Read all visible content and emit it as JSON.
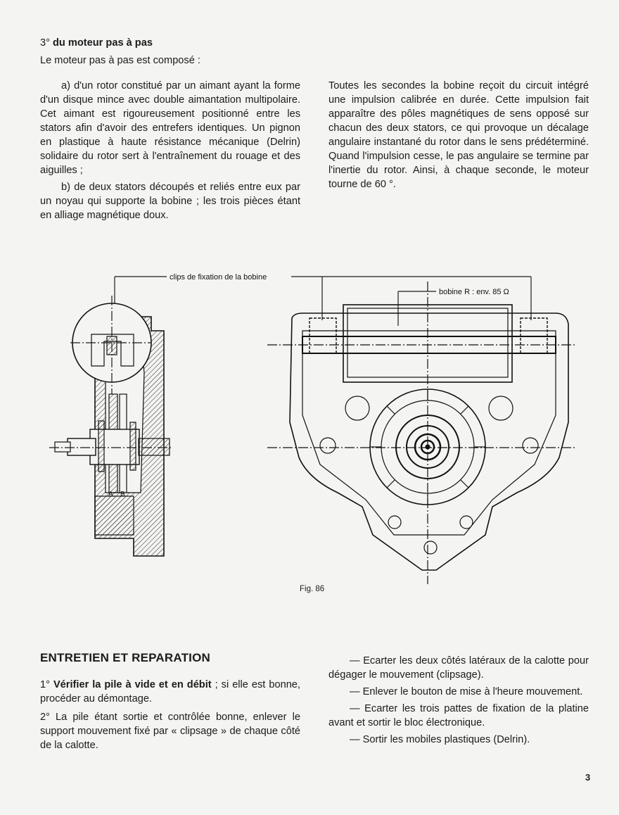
{
  "section": {
    "number": "3°",
    "title": "du moteur pas à pas",
    "lead": "Le moteur pas à pas est composé :",
    "para_a": "a) d'un rotor constitué par un aimant ayant la forme d'un disque mince avec double aimantation multipolaire. Cet aimant est rigoureusement positionné entre les stators afin d'avoir des entrefers identiques. Un pignon en plastique à haute résistance mécanique (Delrin) solidaire du rotor sert à l'entraînement du rouage et des aiguilles ;",
    "para_b": "b) de deux stators découpés et reliés entre eux par un noyau qui supporte la bobine ; les trois pièces étant en alliage magnétique doux.",
    "para_right": "Toutes les secondes la bobine reçoit du circuit intégré une impulsion calibrée en durée. Cette impulsion fait apparaître des pôles magnétiques de sens opposé sur chacun des deux stators, ce qui provoque un décalage angulaire instantané du rotor dans le sens prédéterminé. Quand l'impulsion cesse, le pas angulaire se termine par l'inertie du rotor. Ainsi, à chaque seconde, le moteur tourne de 60 °."
  },
  "figure": {
    "label_clips": "clips de fixation de la bobine",
    "label_bobine": "bobine R : env. 85 Ω",
    "label_a": "A",
    "label_b": "B",
    "caption": "Fig. 86"
  },
  "maintenance": {
    "heading": "ENTRETIEN ET REPARATION",
    "step1_num": "1°",
    "step1_bold": "Vérifier la pile à vide et en débit",
    "step1_rest": " ; si elle est bonne, procéder au démontage.",
    "step2": "2° La pile étant sortie et contrôlée bonne, enlever le support mouvement fixé par « clipsage » de chaque côté de la calotte.",
    "dash1": "— Ecarter les deux côtés latéraux de la calotte pour dégager le mouvement (clipsage).",
    "dash2": "— Enlever le bouton de mise à l'heure mouvement.",
    "dash3": "— Ecarter les trois pattes de fixation de la platine avant et sortir le bloc électronique.",
    "dash4": "— Sortir les mobiles plastiques (Delrin)."
  },
  "page_number": "3"
}
